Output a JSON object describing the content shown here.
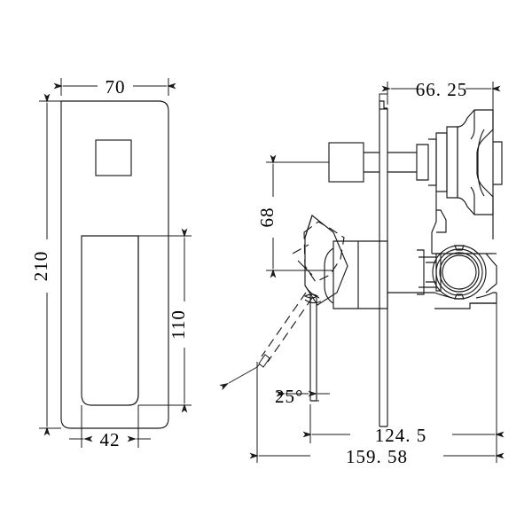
{
  "drawing": {
    "type": "engineering-dimension-drawing",
    "subject": "wall-mounted shower mixer valve with diverter",
    "background_color": "#ffffff",
    "line_color": "#1a1a1a",
    "units": "mm",
    "views": [
      {
        "id": "front-view",
        "label": "",
        "position": "left"
      },
      {
        "id": "side-section-view",
        "label": "",
        "position": "right"
      }
    ]
  },
  "dimensions": {
    "front_width": "70",
    "front_height": "210",
    "handle_height": "110",
    "handle_width": "42",
    "side_top_depth": "66. 25",
    "side_vertical_offset": "68",
    "side_mid_depth": "124. 5",
    "side_total_depth": "159. 58",
    "handle_angle": "25°"
  },
  "chart_data": {
    "type": "table",
    "title": "",
    "categories": [
      "front_width",
      "front_height",
      "handle_height",
      "handle_width",
      "side_top_depth",
      "side_vertical_offset",
      "side_mid_depth",
      "side_total_depth",
      "handle_angle"
    ],
    "values": [
      70,
      210,
      110,
      42,
      66.25,
      68,
      124.5,
      159.58,
      25
    ]
  }
}
